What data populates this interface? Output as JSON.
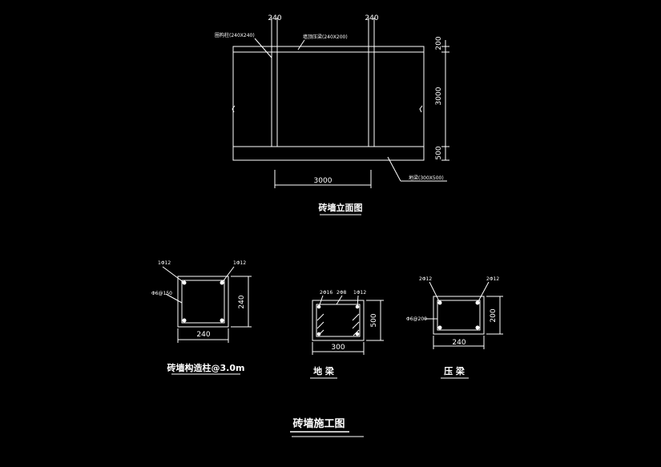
{
  "elevation": {
    "dim_top_left": "240",
    "dim_top_right": "240",
    "callout_column": "圈构柱(240X240)",
    "callout_ring_beam": "墙顶压梁(240X200)",
    "dim_right_top": "200",
    "dim_right_mid": "3000",
    "dim_right_bottom": "500",
    "dim_bottom": "3000",
    "callout_foundation_beam": "地梁(300X500)",
    "title": "砖墙立面图"
  },
  "section_column": {
    "dim_width": "240",
    "dim_height": "240",
    "label_top_left": "1Φ12",
    "label_top_right": "1Φ12",
    "label_stirrup": "Φ6@150",
    "title": "砖墙构造柱@3.0m"
  },
  "section_ground_beam": {
    "dim_width": "300",
    "dim_height": "500",
    "label_left": "2Φ16",
    "label_mid": "2Φ8",
    "label_right": "1Φ12",
    "title": "地 梁"
  },
  "section_cap_beam": {
    "dim_width": "240",
    "dim_height": "200",
    "label_top_left": "2Φ12",
    "label_top_right": "2Φ12",
    "label_stirrup": "Φ6@200",
    "title": "压 梁"
  },
  "sheet_title": "砖墙施工图"
}
